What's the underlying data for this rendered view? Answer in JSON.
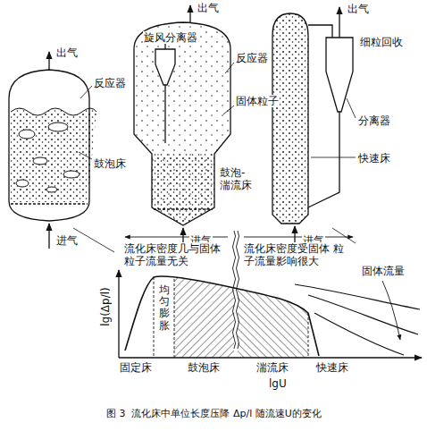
{
  "diagram": {
    "caption": "图 3  流化床中单位长度压降 Δp/l 随流速U的变化",
    "labels": [
      "出气",
      "反应器",
      "鼓泡床",
      "进气",
      "出气",
      "旋风分离器",
      "反应器",
      "固体粒子",
      "鼓泡- 湍流床",
      "进气",
      "出气",
      "细粒回收",
      "分离器",
      "快速床",
      "进气",
      "流化床密度几与固体 粒子流量无关",
      "流化床密度受固体 粒子流量影响很大",
      "固体流量",
      "均匀膨胀",
      "lg(Δp/l)",
      "固定床",
      "鼓泡床",
      "湍流床",
      "快速床",
      "lgU"
    ]
  }
}
